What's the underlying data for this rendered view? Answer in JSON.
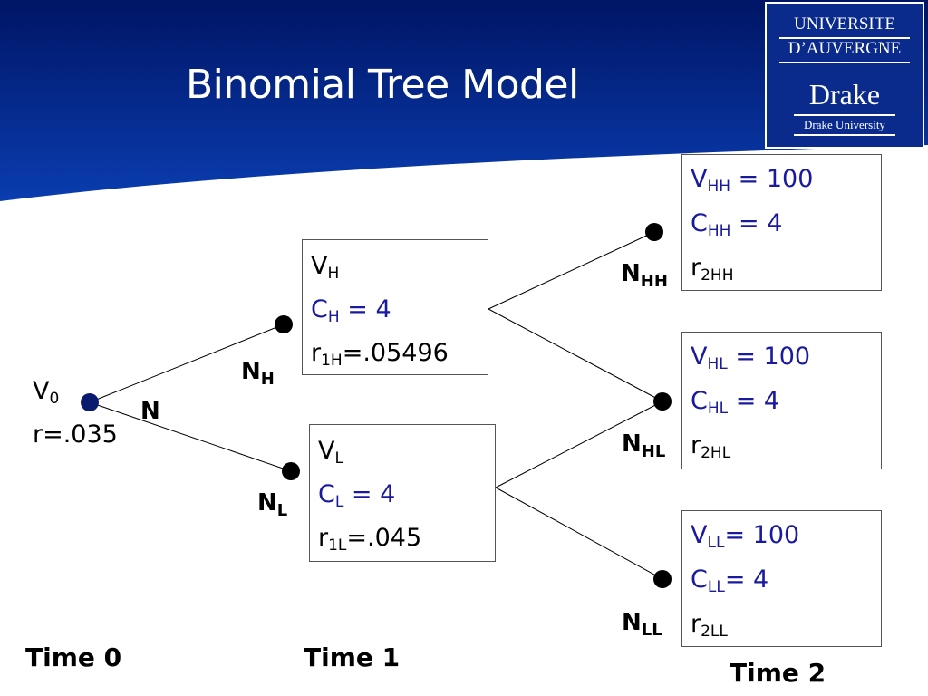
{
  "title": "Binomial Tree Model",
  "logo": {
    "line1": "UNIVERSITE",
    "line2": "D’AUVERGNE",
    "line3": "Drake",
    "line4": "Drake University"
  },
  "colors": {
    "header_dark": "#001a73",
    "header_mid": "#0a3db0",
    "node_root": "#0a1a6c",
    "value_blue": "#1a1aa0"
  },
  "root": {
    "v_main": "V",
    "v_sub": "0",
    "rate": "r=.035",
    "node_label": "N"
  },
  "time1": {
    "high": {
      "node_main": "N",
      "node_sub": "H",
      "v_main": "V",
      "v_sub": "H",
      "c_main": "C",
      "c_sub": "H",
      "c_rest": " = 4",
      "r_main": "r",
      "r_sub": "1H",
      "r_rest": "=.05496"
    },
    "low": {
      "node_main": "N",
      "node_sub": "L",
      "v_main": "V",
      "v_sub": "L",
      "c_main": "C",
      "c_sub": "L",
      "c_rest": " = 4",
      "r_main": "r",
      "r_sub": "1L",
      "r_rest": "=.045"
    }
  },
  "time2": {
    "hh": {
      "node_main": "N",
      "node_sub": "HH",
      "v_main": "V",
      "v_sub": "HH",
      "v_rest": " = 100",
      "c_main": "C",
      "c_sub": "HH",
      "c_rest": " = 4",
      "r_main": "r",
      "r_sub": "2HH"
    },
    "hl": {
      "node_main": "N",
      "node_sub": "HL",
      "v_main": "V",
      "v_sub": "HL",
      "v_rest": " = 100",
      "c_main": "C",
      "c_sub": "HL",
      "c_rest": " = 4",
      "r_main": "r",
      "r_sub": "2HL"
    },
    "ll": {
      "node_main": "N",
      "node_sub": "LL",
      "v_main": "V",
      "v_sub": "LL",
      "v_rest": "= 100",
      "c_main": "C",
      "c_sub": "LL",
      "c_rest": "= 4",
      "r_main": "r",
      "r_sub": "2LL"
    }
  },
  "time_labels": {
    "t0": "Time 0",
    "t1": "Time 1",
    "t2": "Time 2"
  }
}
